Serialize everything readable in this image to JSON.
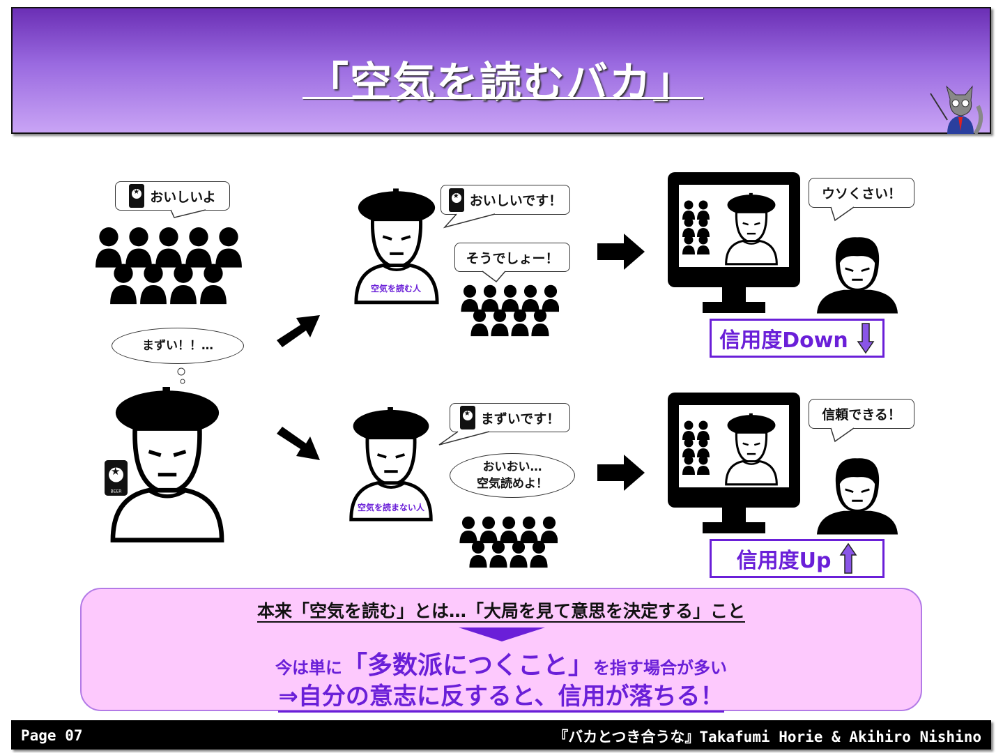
{
  "header": {
    "title": "「空気を読むバカ」"
  },
  "left": {
    "speech": "おいしいよ",
    "thought": "まずい！！…",
    "beer_label": "BEER"
  },
  "top_path": {
    "speech1": "おいしいです！",
    "speech2": "そうでしょー！",
    "person_label": "空気を読む人",
    "reaction": "ウソくさい！",
    "result": "信用度Down"
  },
  "bottom_path": {
    "speech1": "まずいです！",
    "speech2_line1": "おいおい…",
    "speech2_line2": "空気読めよ！",
    "person_label": "空気を読まない人",
    "reaction": "信頼できる！",
    "result": "信用度Up"
  },
  "summary": {
    "line1": "本来「空気を読む」とは…「大局を見て意思を決定する」こと",
    "line2_pre": "今は単に",
    "line2_big": "「多数派につくこと」",
    "line2_post": "を指す場合が多い",
    "line3": "⇒自分の意志に反すると、信用が落ちる！"
  },
  "footer": {
    "page": "Page 07",
    "credit": "『バカとつき合うな』Takafumi Horie & Akihiro Nishino"
  },
  "colors": {
    "accent": "#6a1fd8",
    "summary_bg": "#fdc9fd"
  }
}
